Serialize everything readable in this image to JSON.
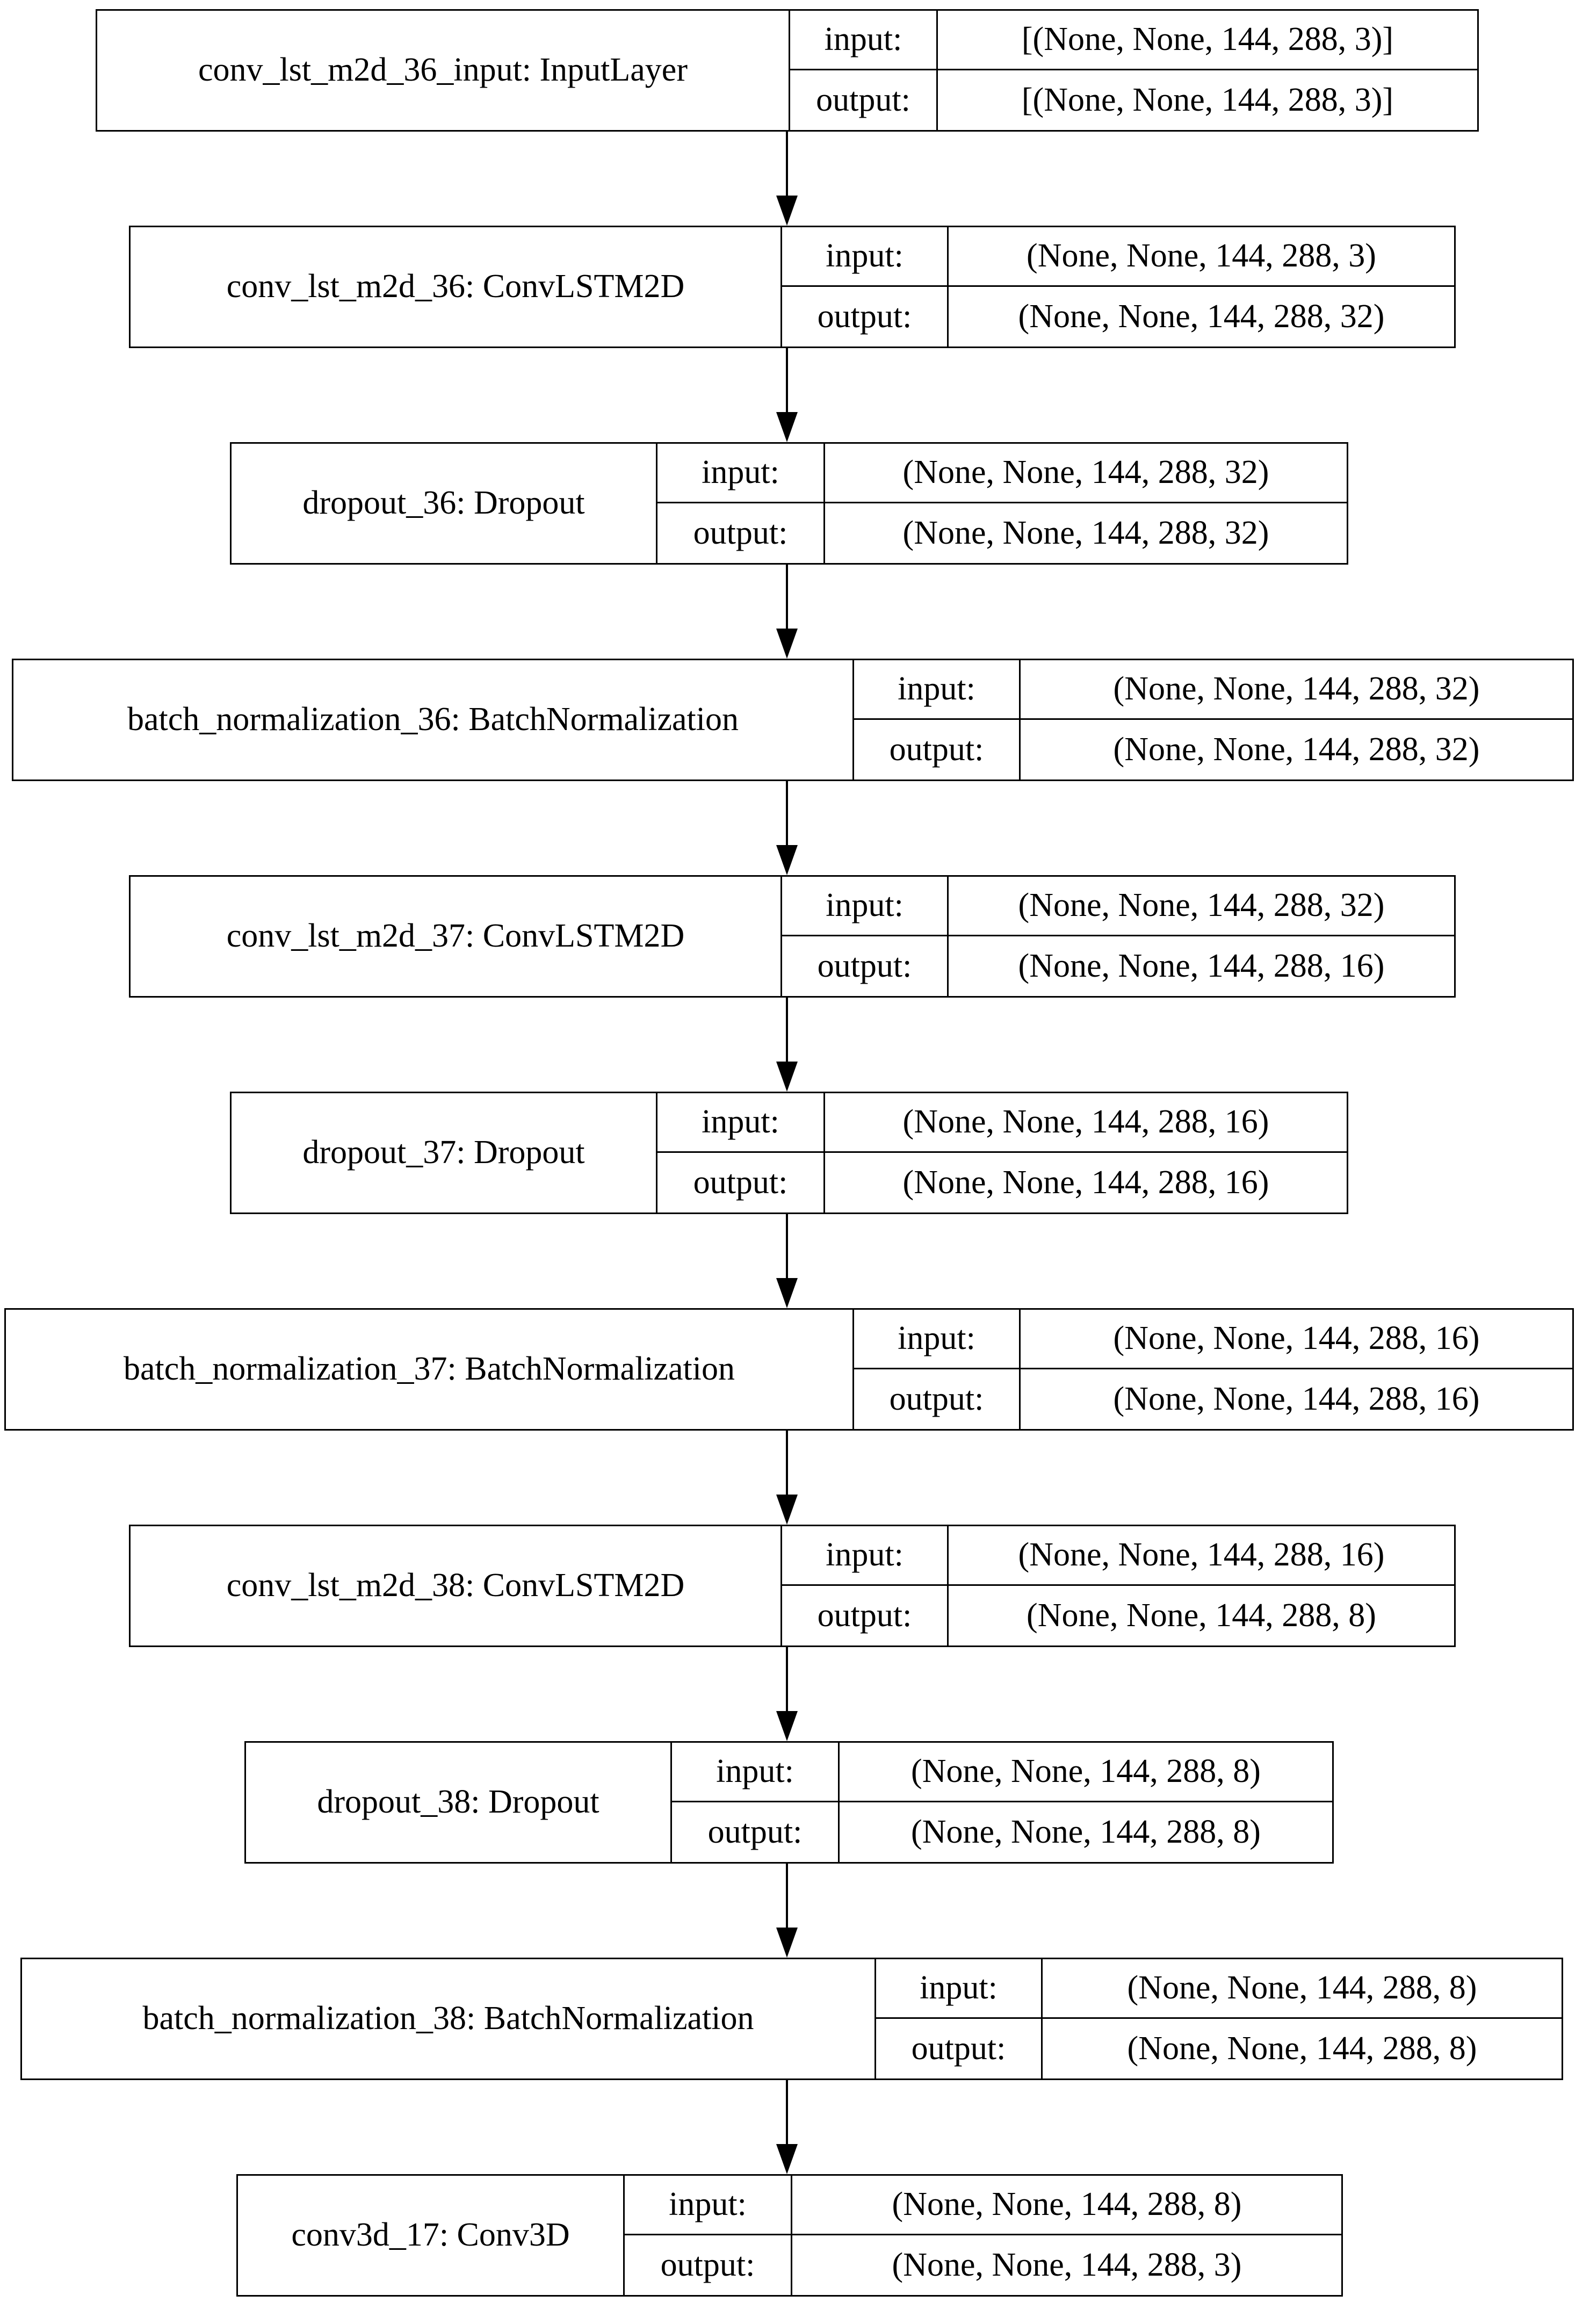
{
  "diagram": {
    "type": "keras-model-plot",
    "title": "Keras model architecture graph",
    "orientation": "top-to-bottom",
    "io_labels": {
      "input": "input:",
      "output": "output:"
    },
    "colors": {
      "border": "#000000",
      "background": "#ffffff",
      "text": "#000000",
      "arrow": "#000000"
    },
    "nodes": [
      {
        "id": "conv_lst_m2d_36_input",
        "name": "conv_lst_m2d_36_input: InputLayer",
        "layer_name": "conv_lst_m2d_36_input",
        "layer_type": "InputLayer",
        "input_label": "input:",
        "output_label": "output:",
        "input_shape": "[(None, None, 144, 288, 3)]",
        "output_shape": "[(None, None, 144, 288, 3)]"
      },
      {
        "id": "conv_lst_m2d_36",
        "name": "conv_lst_m2d_36: ConvLSTM2D",
        "layer_name": "conv_lst_m2d_36",
        "layer_type": "ConvLSTM2D",
        "input_label": "input:",
        "output_label": "output:",
        "input_shape": "(None, None, 144, 288, 3)",
        "output_shape": "(None, None, 144, 288, 32)"
      },
      {
        "id": "dropout_36",
        "name": "dropout_36: Dropout",
        "layer_name": "dropout_36",
        "layer_type": "Dropout",
        "input_label": "input:",
        "output_label": "output:",
        "input_shape": "(None, None, 144, 288, 32)",
        "output_shape": "(None, None, 144, 288, 32)"
      },
      {
        "id": "batch_normalization_36",
        "name": "batch_normalization_36: BatchNormalization",
        "layer_name": "batch_normalization_36",
        "layer_type": "BatchNormalization",
        "input_label": "input:",
        "output_label": "output:",
        "input_shape": "(None, None, 144, 288, 32)",
        "output_shape": "(None, None, 144, 288, 32)"
      },
      {
        "id": "conv_lst_m2d_37",
        "name": "conv_lst_m2d_37: ConvLSTM2D",
        "layer_name": "conv_lst_m2d_37",
        "layer_type": "ConvLSTM2D",
        "input_label": "input:",
        "output_label": "output:",
        "input_shape": "(None, None, 144, 288, 32)",
        "output_shape": "(None, None, 144, 288, 16)"
      },
      {
        "id": "dropout_37",
        "name": "dropout_37: Dropout",
        "layer_name": "dropout_37",
        "layer_type": "Dropout",
        "input_label": "input:",
        "output_label": "output:",
        "input_shape": "(None, None, 144, 288, 16)",
        "output_shape": "(None, None, 144, 288, 16)"
      },
      {
        "id": "batch_normalization_37",
        "name": "batch_normalization_37: BatchNormalization",
        "layer_name": "batch_normalization_37",
        "layer_type": "BatchNormalization",
        "input_label": "input:",
        "output_label": "output:",
        "input_shape": "(None, None, 144, 288, 16)",
        "output_shape": "(None, None, 144, 288, 16)"
      },
      {
        "id": "conv_lst_m2d_38",
        "name": "conv_lst_m2d_38: ConvLSTM2D",
        "layer_name": "conv_lst_m2d_38",
        "layer_type": "ConvLSTM2D",
        "input_label": "input:",
        "output_label": "output:",
        "input_shape": "(None, None, 144, 288, 16)",
        "output_shape": "(None, None, 144, 288, 8)"
      },
      {
        "id": "dropout_38",
        "name": "dropout_38: Dropout",
        "layer_name": "dropout_38",
        "layer_type": "Dropout",
        "input_label": "input:",
        "output_label": "output:",
        "input_shape": "(None, None, 144, 288, 8)",
        "output_shape": "(None, None, 144, 288, 8)"
      },
      {
        "id": "batch_normalization_38",
        "name": "batch_normalization_38: BatchNormalization",
        "layer_name": "batch_normalization_38",
        "layer_type": "BatchNormalization",
        "input_label": "input:",
        "output_label": "output:",
        "input_shape": "(None, None, 144, 288, 8)",
        "output_shape": "(None, None, 144, 288, 8)"
      },
      {
        "id": "conv3d_17",
        "name": "conv3d_17: Conv3D",
        "layer_name": "conv3d_17",
        "layer_type": "Conv3D",
        "input_label": "input:",
        "output_label": "output:",
        "input_shape": "(None, None, 144, 288, 8)",
        "output_shape": "(None, None, 144, 288, 3)"
      }
    ],
    "edges": [
      {
        "from": "conv_lst_m2d_36_input",
        "to": "conv_lst_m2d_36"
      },
      {
        "from": "conv_lst_m2d_36",
        "to": "dropout_36"
      },
      {
        "from": "dropout_36",
        "to": "batch_normalization_36"
      },
      {
        "from": "batch_normalization_36",
        "to": "conv_lst_m2d_37"
      },
      {
        "from": "conv_lst_m2d_37",
        "to": "dropout_37"
      },
      {
        "from": "dropout_37",
        "to": "batch_normalization_37"
      },
      {
        "from": "batch_normalization_37",
        "to": "conv_lst_m2d_38"
      },
      {
        "from": "conv_lst_m2d_38",
        "to": "dropout_38"
      },
      {
        "from": "dropout_38",
        "to": "batch_normalization_38"
      },
      {
        "from": "batch_normalization_38",
        "to": "conv3d_17"
      }
    ]
  }
}
